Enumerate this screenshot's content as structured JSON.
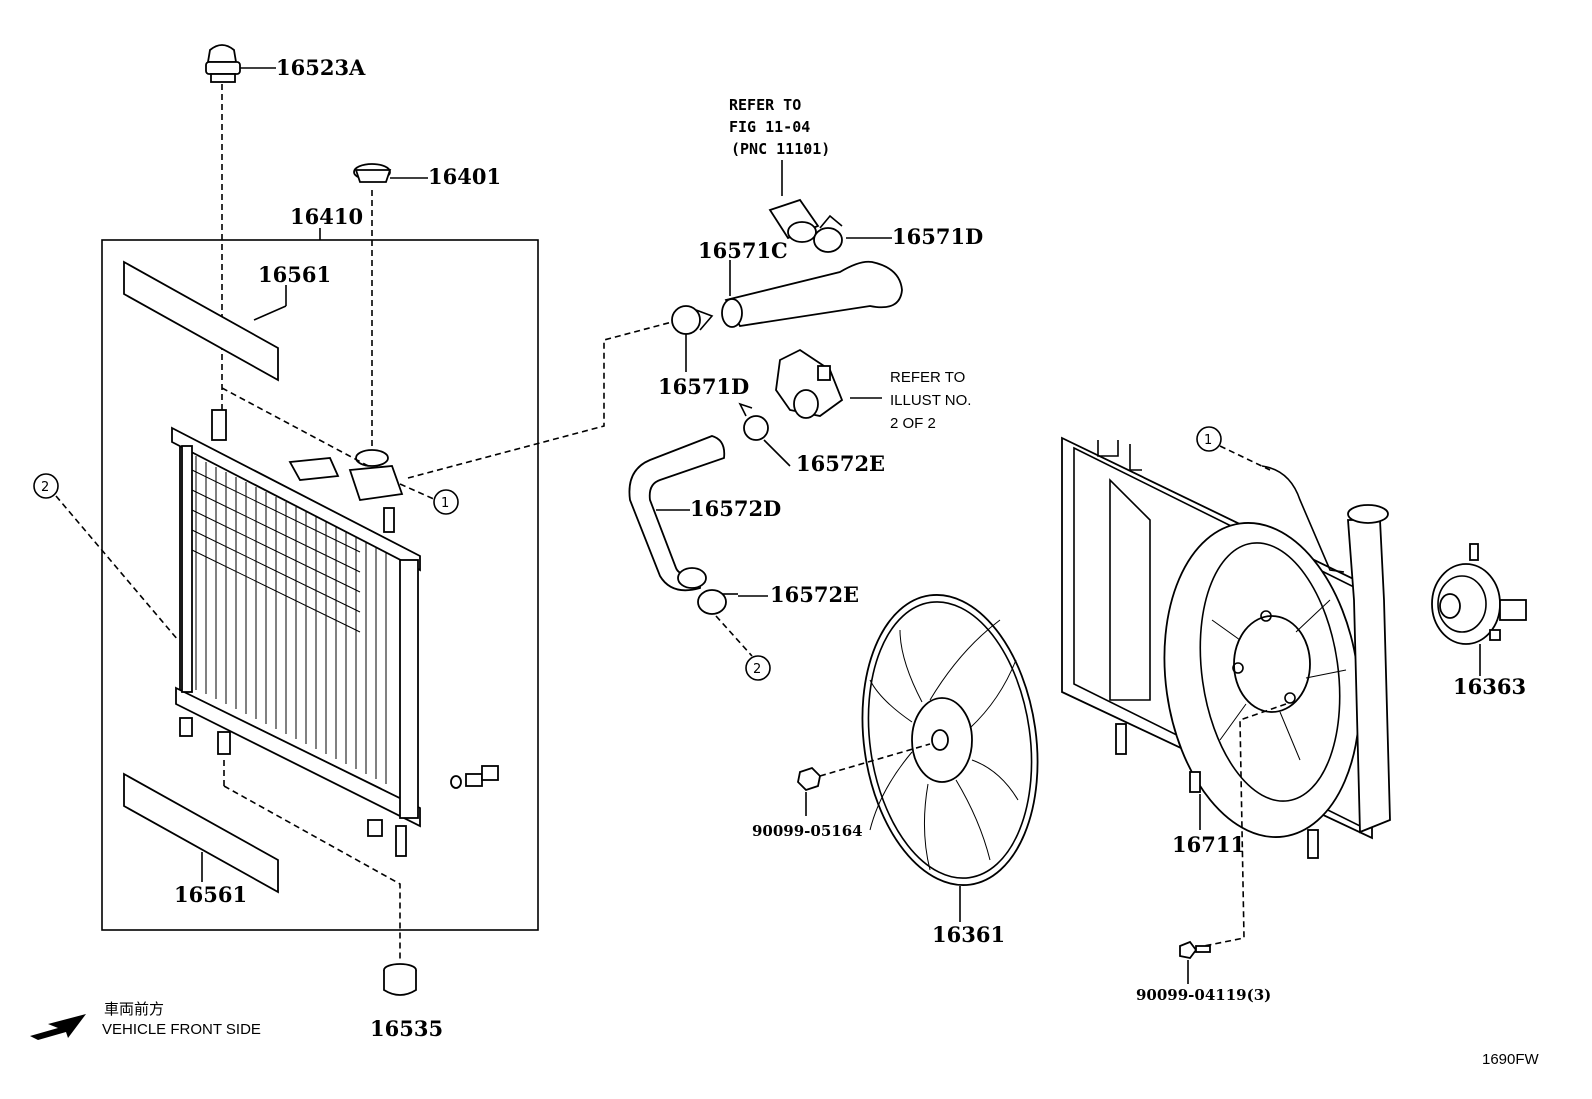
{
  "parts": {
    "p16523A": "16523A",
    "p16401": "16401",
    "p16410": "16410",
    "p16561_top": "16561",
    "p16561_bottom": "16561",
    "p16535": "16535",
    "p16571C": "16571C",
    "p16571D_top": "16571D",
    "p16571D_left": "16571D",
    "p16572E_top": "16572E",
    "p16572D": "16572D",
    "p16572E_bottom": "16572E",
    "p16361": "16361",
    "p90099_05164": "90099-05164",
    "p16711": "16711",
    "p90099_04119": "90099-04119(3)",
    "p16363": "16363"
  },
  "refer_fig": {
    "line1": "REFER TO",
    "line2": "FIG 11-04",
    "line3": "(PNC 11101)"
  },
  "refer_illust": {
    "line1": "REFER TO",
    "line2": "ILLUST NO.",
    "line3": "2 OF 2"
  },
  "markers": {
    "one": "1",
    "two": "2"
  },
  "front_side": {
    "jp": "車両前方",
    "en": "VEHICLE FRONT SIDE"
  },
  "figure_code": "1690FW"
}
